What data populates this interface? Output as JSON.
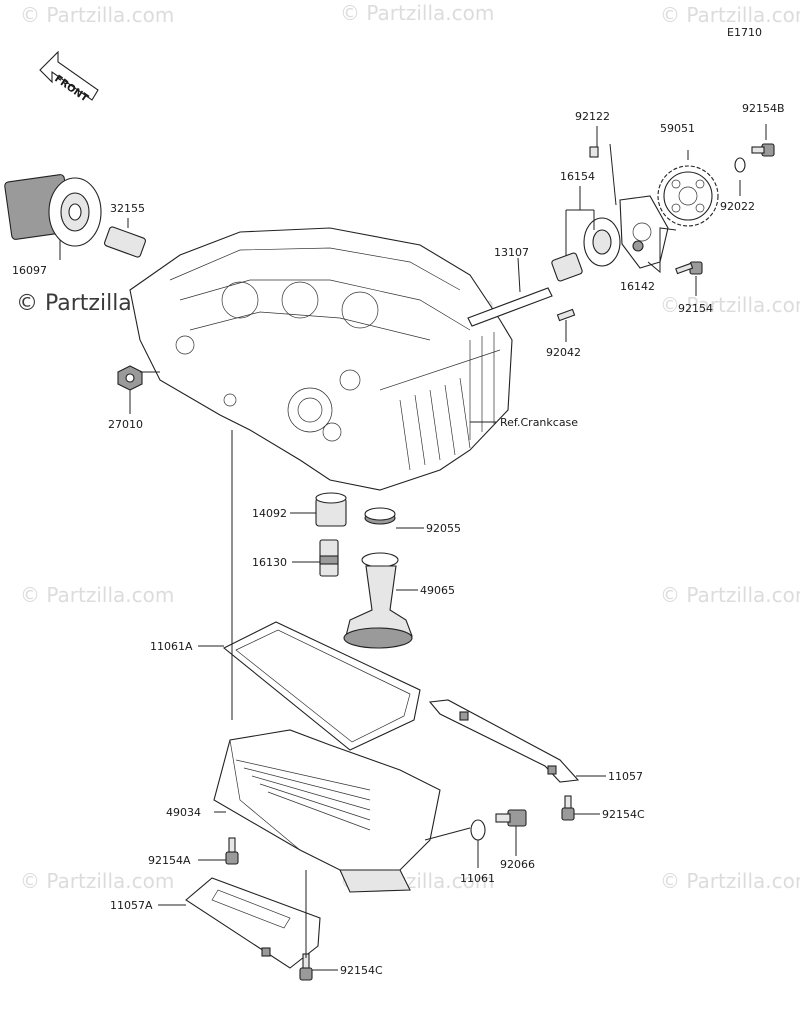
{
  "diagram_code": "E1710",
  "front_arrow_text": "FRONT",
  "watermark_text": "© Partzilla.com",
  "watermark_main": "© Partzilla.com",
  "ref_label": "Ref.Crankcase",
  "parts": {
    "p16097": "16097",
    "p32155": "32155",
    "p27010": "27010",
    "p92122": "92122",
    "p16154": "16154",
    "p59051": "59051",
    "p92154B": "92154B",
    "p92022": "92022",
    "p13107": "13107",
    "p16142": "16142",
    "p92154": "92154",
    "p92042": "92042",
    "p14092": "14092",
    "p92055": "92055",
    "p16130": "16130",
    "p49065": "49065",
    "p11061A": "11061A",
    "p11057": "11057",
    "p92154C_a": "92154C",
    "p49034": "49034",
    "p92066": "92066",
    "p11061": "11061",
    "p92154A": "92154A",
    "p11057A": "11057A",
    "p92154C_b": "92154C"
  }
}
